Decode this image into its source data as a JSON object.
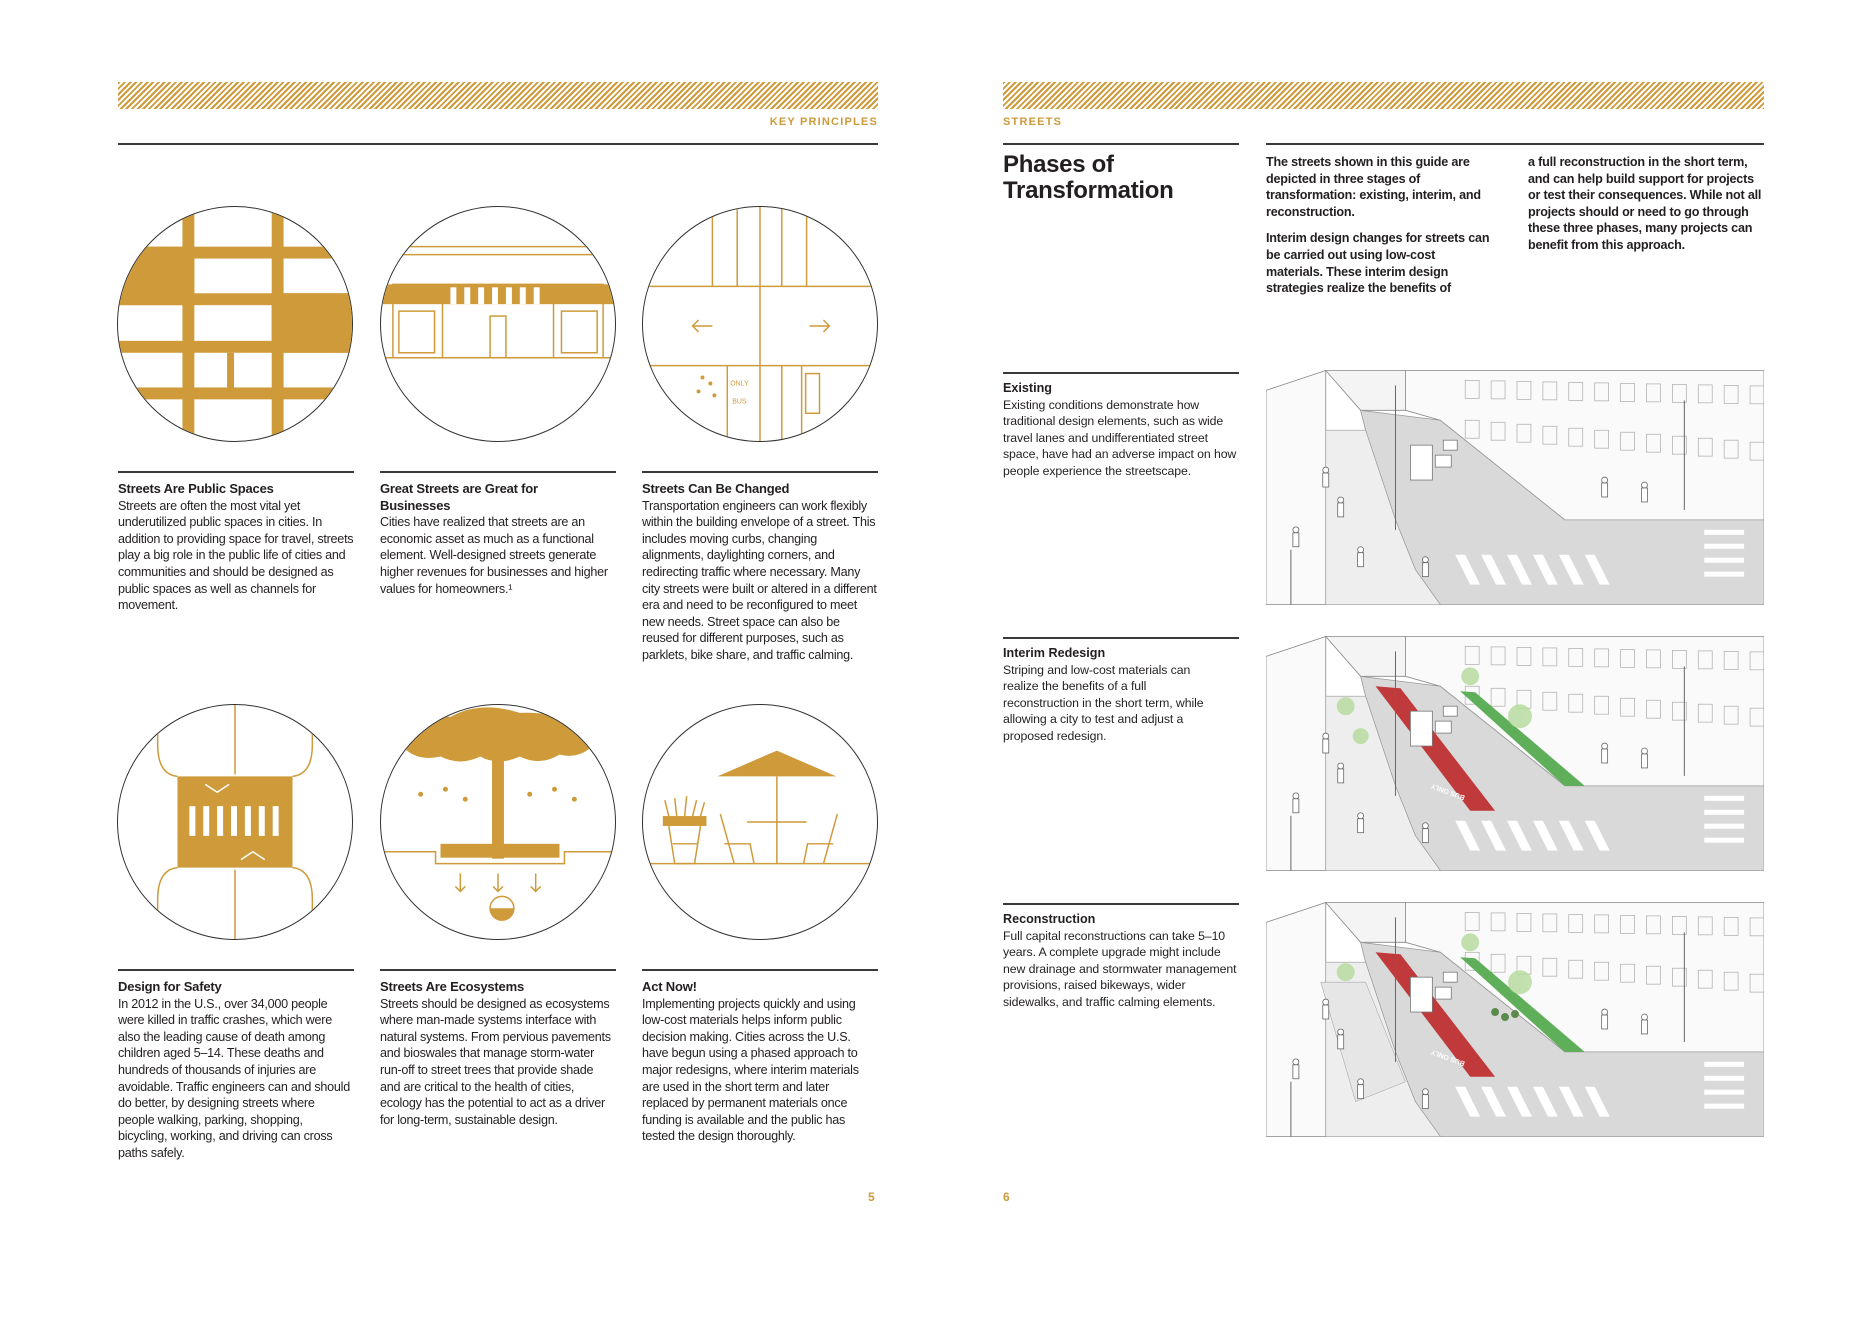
{
  "left_page": {
    "section_label": "KEY PRINCIPLES",
    "page_number": "5",
    "principles": [
      {
        "icon": "street-grid-icon",
        "title": "Streets Are Public Spaces",
        "body": "Streets are often the most vital yet underutilized public spaces in cities. In addition to providing space for travel, streets play a big role in the public life of cities and communities and should be designed as public spaces as well as channels for movement."
      },
      {
        "icon": "storefront-icon",
        "title": "Great Streets are Great for Businesses",
        "body": "Cities have realized that streets are an economic asset as much as a functional element. Well-designed streets generate higher revenues for businesses and higher values for homeowners.¹"
      },
      {
        "icon": "street-plan-icon",
        "title": "Streets Can Be Changed",
        "body": "Transportation engineers can work flexibly within the building envelope of a street. This includes moving curbs, changing alignments, daylighting corners, and redirecting traffic where necessary. Many city streets were built or altered in a different era and need to be reconfigured to meet new needs. Street space can also be reused for different purposes, such as parklets, bike share, and traffic calming."
      },
      {
        "icon": "crosswalk-icon",
        "title": "Design for Safety",
        "body": "In 2012 in the U.S., over 34,000 people were killed in traffic crashes, which were also the leading cause of death among children aged 5–14. These deaths and hundreds of thousands of injuries are avoidable. Traffic engineers can and should do better, by designing streets where people walking, parking, shopping, bicycling, working, and driving can cross paths safely."
      },
      {
        "icon": "tree-rain-icon",
        "title": "Streets Are Ecosystems",
        "body": "Streets should be designed as ecosystems where man-made systems interface with natural systems. From pervious pavements and bioswales that manage storm-water run-off to street trees that provide shade and are critical to the health of cities, ecology has the potential to act as a driver for long-term, sustainable design."
      },
      {
        "icon": "cafe-umbrella-icon",
        "title": "Act Now!",
        "body": "Implementing projects quickly and using low-cost materials helps inform public decision making. Cities across the U.S. have begun using a phased approach to major redesigns, where interim materials are used in the short term and later replaced by permanent materials once funding is available and the public has tested the design thoroughly."
      }
    ],
    "icon_labels": {
      "only": "ONLY",
      "bus": "BUS"
    }
  },
  "right_page": {
    "section_label": "STREETS",
    "page_number": "6",
    "title_line1": "Phases of",
    "title_line2": "Transformation",
    "intro": [
      "The streets shown in this guide are depicted in three stages of transformation: existing, interim, and reconstruction.",
      "Interim design changes for streets can be carried out using low-cost materials. These interim design strategies realize the benefits of",
      "a full reconstruction in the short term, and can help build support for projects or test their consequences. While not all projects should or need to go through these three phases, many projects can benefit from this approach."
    ],
    "phases": [
      {
        "title": "Existing",
        "body": "Existing conditions demonstrate how traditional design elements, such as wide travel lanes and undifferentiated street space, have had an adverse impact on how people experience the streetscape."
      },
      {
        "title": "Interim Redesign",
        "body": "Striping and low-cost materials can realize the benefits of a full reconstruction in the short term, while allowing a city to test and adjust a proposed redesign."
      },
      {
        "title": "Reconstruction",
        "body": "Full capital reconstructions can take 5–10 years. A complete upgrade might include new drainage and stormwater management provisions, raised bikeways, wider sidewalks, and traffic calming elements."
      }
    ],
    "scene_labels": {
      "bus_lane": "BUS ONLY"
    }
  },
  "colors": {
    "gold": "#ce9a3a",
    "bus_lane_red": "#c0393b",
    "bike_lane_green": "#5fae5a",
    "tree_green": "#b9dca0"
  }
}
